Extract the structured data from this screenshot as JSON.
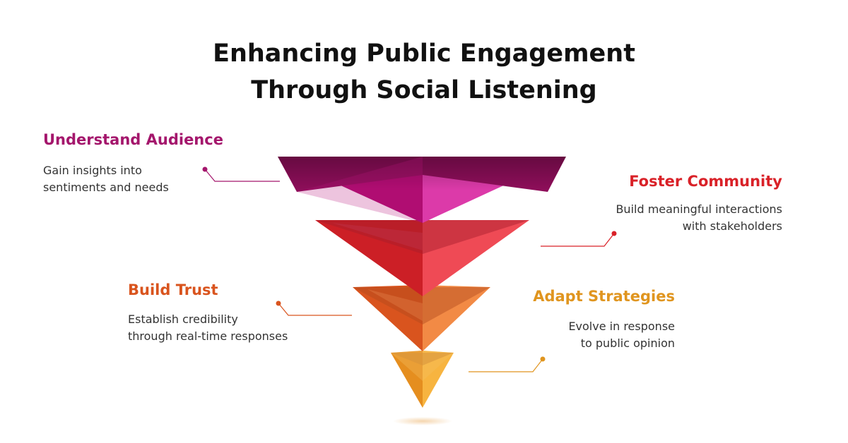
{
  "title": {
    "line1": "Enhancing Public Engagement",
    "line2": "Through Social Listening"
  },
  "stages": [
    {
      "heading": "Understand Audience",
      "desc_line1": "Gain insights into",
      "desc_line2": "sentiments and needs",
      "color": "#a4166c"
    },
    {
      "heading": "Foster Community",
      "desc_line1": "Build meaningful interactions",
      "desc_line2": "with stakeholders",
      "color": "#d92128"
    },
    {
      "heading": "Build Trust",
      "desc_line1": "Establish credibility",
      "desc_line2": "through real-time responses",
      "color": "#d9541e"
    },
    {
      "heading": "Adapt Strategies",
      "desc_line1": "Evolve in response",
      "desc_line2": "to public opinion",
      "color": "#e0951f"
    }
  ]
}
